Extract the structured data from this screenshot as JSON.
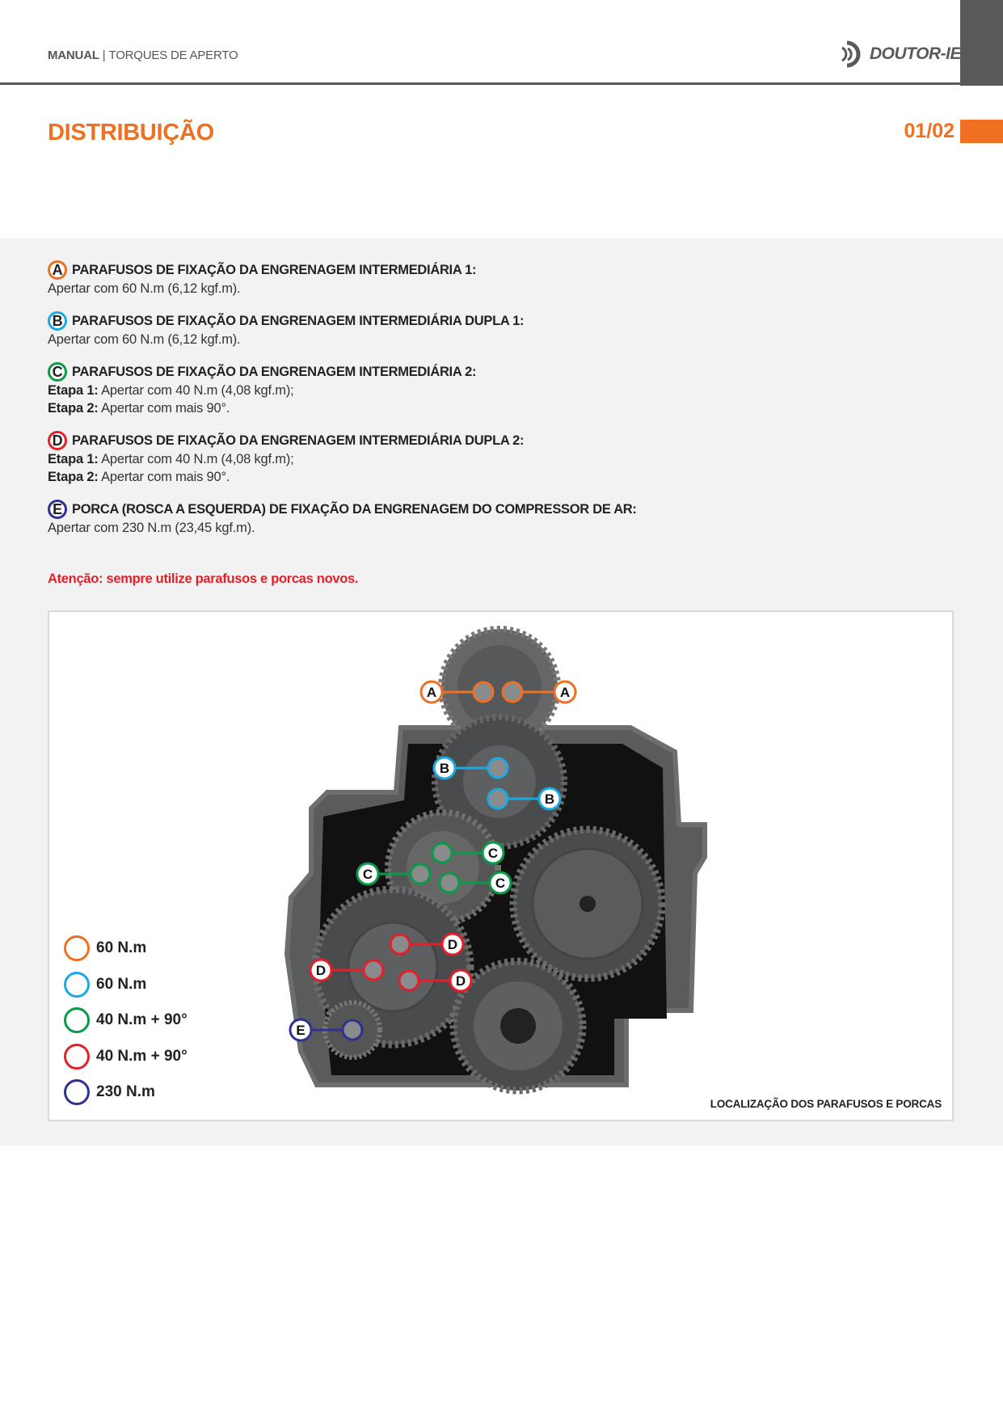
{
  "header": {
    "manual": "MANUAL",
    "section": "TORQUES DE APERTO",
    "logo_text": "DOUTOR-IE"
  },
  "page": {
    "title": "DISTRIBUIÇÃO",
    "number": "01/02"
  },
  "colors": {
    "A": "#f07023",
    "B": "#1ca8e0",
    "C": "#0a9a48",
    "D": "#e3202a",
    "E": "#2e3192",
    "accent": "#f07023"
  },
  "items": [
    {
      "letter": "A",
      "title": "PARAFUSOS DE FIXAÇÃO DA ENGRENAGEM INTERMEDIÁRIA 1:",
      "text": "Apertar com 60 N.m (6,12 kgf.m)."
    },
    {
      "letter": "B",
      "title": "PARAFUSOS DE FIXAÇÃO DA ENGRENAGEM INTERMEDIÁRIA DUPLA 1:",
      "text": "Apertar com 60 N.m (6,12 kgf.m)."
    },
    {
      "letter": "C",
      "title": "PARAFUSOS DE FIXAÇÃO DA ENGRENAGEM INTERMEDIÁRIA 2:",
      "step1_label": "Etapa 1:",
      "step1": "Apertar com 40 N.m (4,08 kgf.m);",
      "step2_label": "Etapa 2:",
      "step2": "Apertar com mais 90°."
    },
    {
      "letter": "D",
      "title": "PARAFUSOS DE FIXAÇÃO DA ENGRENAGEM INTERMEDIÁRIA DUPLA 2:",
      "step1_label": "Etapa 1:",
      "step1": "Apertar com 40 N.m (4,08 kgf.m);",
      "step2_label": "Etapa 2:",
      "step2": "Apertar com mais 90°."
    },
    {
      "letter": "E",
      "title": "PORCA (ROSCA A ESQUERDA) DE FIXAÇÃO DA ENGRENAGEM DO COMPRESSOR DE AR:",
      "text": "Apertar com 230 N.m (23,45 kgf.m)."
    }
  ],
  "warning": "Atenção: sempre utilize parafusos e porcas novos.",
  "legend": [
    {
      "label": "60 N.m",
      "color": "#f07023"
    },
    {
      "label": "60 N.m",
      "color": "#1ca8e0"
    },
    {
      "label": "40 N.m + 90°",
      "color": "#0a9a48"
    },
    {
      "label": "40 N.m + 90°",
      "color": "#e3202a"
    },
    {
      "label": "230 N.m",
      "color": "#2e3192"
    }
  ],
  "figure": {
    "caption": "LOCALIZAÇÃO DOS PARAFUSOS E PORCAS"
  }
}
